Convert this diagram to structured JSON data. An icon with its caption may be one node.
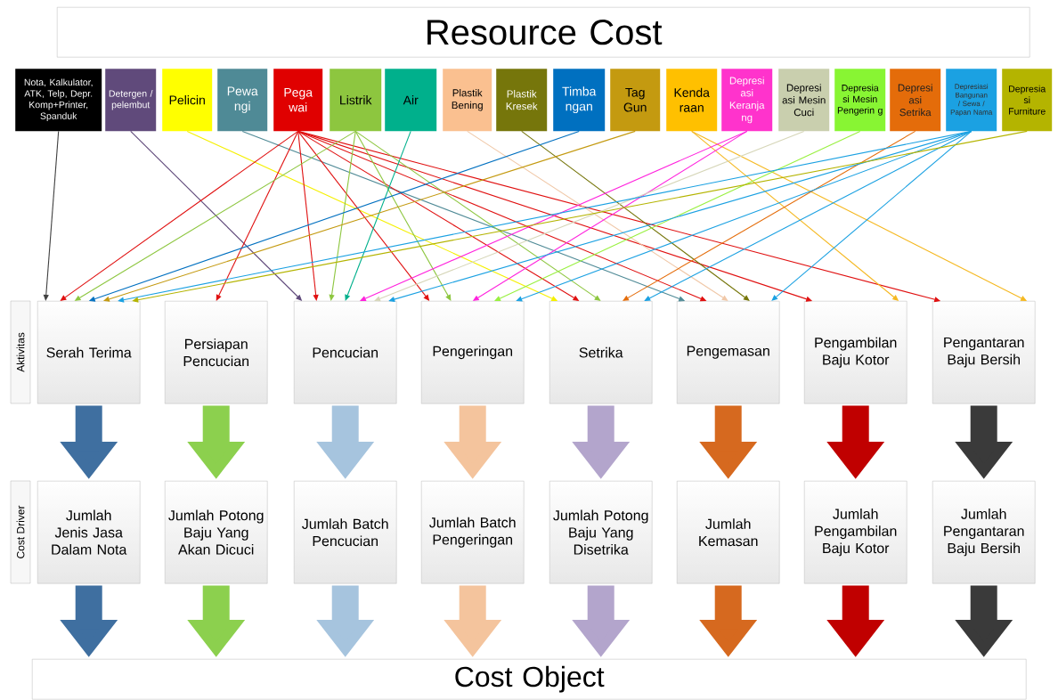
{
  "diagram": {
    "nodes": [
      {
        "text": [
          "Resource Cost"
        ]
      },
      {
        "text": [
          "Nota, Kalkulator, ATK, Telp, Depr. Komp+Printer, Spanduk"
        ]
      },
      {
        "text": [
          "Detergen / pelembut"
        ]
      },
      {
        "text": [
          "Pelicin"
        ]
      },
      {
        "text": [
          "Pewa ngi"
        ]
      },
      {
        "text": [
          "Pega wai"
        ]
      },
      {
        "text": [
          "Listrik"
        ]
      },
      {
        "text": [
          "Air"
        ]
      },
      {
        "text": [
          "Plastik Bening"
        ]
      },
      {
        "text": [
          "Plastik Kresek"
        ]
      },
      {
        "text": [
          "Timba ngan"
        ]
      },
      {
        "text": [
          "Tag Gun"
        ]
      },
      {
        "text": [
          "Kenda raan"
        ]
      },
      {
        "text": [
          "Depresi asi Keranja ng"
        ]
      },
      {
        "text": [
          "Depresi asi Mesin Cuci"
        ]
      },
      {
        "text": [
          "Depresia si Mesin Pengerin g"
        ]
      },
      {
        "text": [
          "Depresi asi Setrika"
        ]
      },
      {
        "text": [
          "Depresiasi Bangunan / Sewa / Papan Nama"
        ]
      },
      {
        "text": [
          "Depresia si Furniture"
        ]
      },
      {
        "text": [
          "Aktivitas"
        ]
      },
      {
        "text": [
          "Serah Terima"
        ]
      },
      {
        "text": [
          "Persiapan Pencucian"
        ]
      },
      {
        "text": [
          "Pencucian"
        ]
      },
      {
        "text": [
          "Pengeringan"
        ]
      },
      {
        "text": [
          "Setrika"
        ]
      },
      {
        "text": [
          "Pengemasan"
        ]
      },
      {
        "text": [
          "Pengambilan Baju Kotor"
        ]
      },
      {
        "text": [
          "Pengantaran Baju Bersih"
        ]
      },
      {
        "text": [
          "Cost Driver"
        ]
      },
      {
        "text": [
          "Jumlah Jenis Jasa Dalam Nota"
        ]
      },
      {
        "text": [
          "Jumlah Potong Baju Yang Akan Dicuci"
        ]
      },
      {
        "text": [
          "Jumlah Batch Pencucian"
        ]
      },
      {
        "text": [
          "Jumlah Batch Pengeringan"
        ]
      },
      {
        "text": [
          "Jumlah Potong Baju Yang Disetrika"
        ]
      },
      {
        "text": [
          "Jumlah Kemasan"
        ]
      },
      {
        "text": [
          "Jumlah Pengambilan Baju Kotor"
        ]
      },
      {
        "text": [
          "Jumlah Pengantaran Baju Bersih"
        ]
      },
      {
        "text": [
          "Cost Object"
        ]
      }
    ],
    "edges": [
      {
        "from": 1,
        "to": 20,
        "arrow": "to",
        "color": "#404040"
      },
      {
        "from": 2,
        "to": 22,
        "arrow": "to",
        "color": "#604a7b"
      },
      {
        "from": 3,
        "to": 24,
        "arrow": "to",
        "color": "#f5f000"
      },
      {
        "from": 4,
        "to": 25,
        "arrow": "to",
        "color": "#4f8a96"
      },
      {
        "from": 5,
        "to": 20,
        "arrow": "to",
        "color": "#e01010"
      },
      {
        "from": 5,
        "to": 21,
        "arrow": "to",
        "color": "#e01010"
      },
      {
        "from": 5,
        "to": 22,
        "arrow": "to",
        "color": "#e01010"
      },
      {
        "from": 5,
        "to": 23,
        "arrow": "to",
        "color": "#e01010"
      },
      {
        "from": 5,
        "to": 24,
        "arrow": "to",
        "color": "#e01010"
      },
      {
        "from": 5,
        "to": 25,
        "arrow": "to",
        "color": "#e01010"
      },
      {
        "from": 5,
        "to": 26,
        "arrow": "to",
        "color": "#e01010"
      },
      {
        "from": 5,
        "to": 27,
        "arrow": "to",
        "color": "#e01010"
      },
      {
        "from": 6,
        "to": 20,
        "arrow": "to",
        "color": "#8dc63f"
      },
      {
        "from": 6,
        "to": 22,
        "arrow": "to",
        "color": "#8dc63f"
      },
      {
        "from": 6,
        "to": 23,
        "arrow": "to",
        "color": "#8dc63f"
      },
      {
        "from": 6,
        "to": 24,
        "arrow": "to",
        "color": "#8dc63f"
      },
      {
        "from": 7,
        "to": 22,
        "arrow": "to",
        "color": "#00b08c"
      },
      {
        "from": 8,
        "to": 25,
        "arrow": "to",
        "color": "#f0c8a8"
      },
      {
        "from": 9,
        "to": 25,
        "arrow": "to",
        "color": "#76760b"
      },
      {
        "from": 10,
        "to": 20,
        "arrow": "to",
        "color": "#0070c0"
      },
      {
        "from": 11,
        "to": 20,
        "arrow": "to",
        "color": "#c49a10"
      },
      {
        "from": 12,
        "to": 26,
        "arrow": "to",
        "color": "#f5b820"
      },
      {
        "from": 12,
        "to": 27,
        "arrow": "to",
        "color": "#f5b820"
      },
      {
        "from": 13,
        "to": 22,
        "arrow": "to",
        "color": "#ff22dd"
      },
      {
        "from": 13,
        "to": 23,
        "arrow": "to",
        "color": "#ff22dd"
      },
      {
        "from": 14,
        "to": 22,
        "arrow": "to",
        "color": "#d6d6b8"
      },
      {
        "from": 15,
        "to": 23,
        "arrow": "to",
        "color": "#99f040"
      },
      {
        "from": 16,
        "to": 24,
        "arrow": "to",
        "color": "#e46c0a"
      },
      {
        "from": 17,
        "to": 20,
        "arrow": "to",
        "color": "#1ba1e2"
      },
      {
        "from": 17,
        "to": 22,
        "arrow": "to",
        "color": "#1ba1e2"
      },
      {
        "from": 17,
        "to": 23,
        "arrow": "to",
        "color": "#1ba1e2"
      },
      {
        "from": 17,
        "to": 24,
        "arrow": "to",
        "color": "#1ba1e2"
      },
      {
        "from": 17,
        "to": 25,
        "arrow": "to",
        "color": "#1ba1e2"
      },
      {
        "from": 18,
        "to": 20,
        "arrow": "to",
        "color": "#b4b400"
      },
      {
        "from": 20,
        "to": 29,
        "arrow": "to",
        "style": "thick",
        "color": "#3f6fa0"
      },
      {
        "from": 21,
        "to": 30,
        "arrow": "to",
        "style": "thick",
        "color": "#8cd04e"
      },
      {
        "from": 22,
        "to": 31,
        "arrow": "to",
        "style": "thick",
        "color": "#a6c4de"
      },
      {
        "from": 23,
        "to": 32,
        "arrow": "to",
        "style": "thick",
        "color": "#f4c49d"
      },
      {
        "from": 24,
        "to": 33,
        "arrow": "to",
        "style": "thick",
        "color": "#b3a5cc"
      },
      {
        "from": 25,
        "to": 34,
        "arrow": "to",
        "style": "thick",
        "color": "#d6691f"
      },
      {
        "from": 26,
        "to": 35,
        "arrow": "to",
        "style": "thick",
        "color": "#c00000"
      },
      {
        "from": 27,
        "to": 36,
        "arrow": "to",
        "style": "thick",
        "color": "#3a3a3a"
      },
      {
        "from": 29,
        "to": 37,
        "arrow": "to",
        "style": "thick",
        "color": "#3f6fa0"
      },
      {
        "from": 30,
        "to": 37,
        "arrow": "to",
        "style": "thick",
        "color": "#8cd04e"
      },
      {
        "from": 31,
        "to": 37,
        "arrow": "to",
        "style": "thick",
        "color": "#a6c4de"
      },
      {
        "from": 32,
        "to": 37,
        "arrow": "to",
        "style": "thick",
        "color": "#f4c49d"
      },
      {
        "from": 33,
        "to": 37,
        "arrow": "to",
        "style": "thick",
        "color": "#b3a5cc"
      },
      {
        "from": 34,
        "to": 37,
        "arrow": "to",
        "style": "thick",
        "color": "#d6691f"
      },
      {
        "from": 35,
        "to": 37,
        "arrow": "to",
        "style": "thick",
        "color": "#c00000"
      },
      {
        "from": 36,
        "to": 37,
        "arrow": "to",
        "style": "thick",
        "color": "#3a3a3a"
      }
    ]
  }
}
